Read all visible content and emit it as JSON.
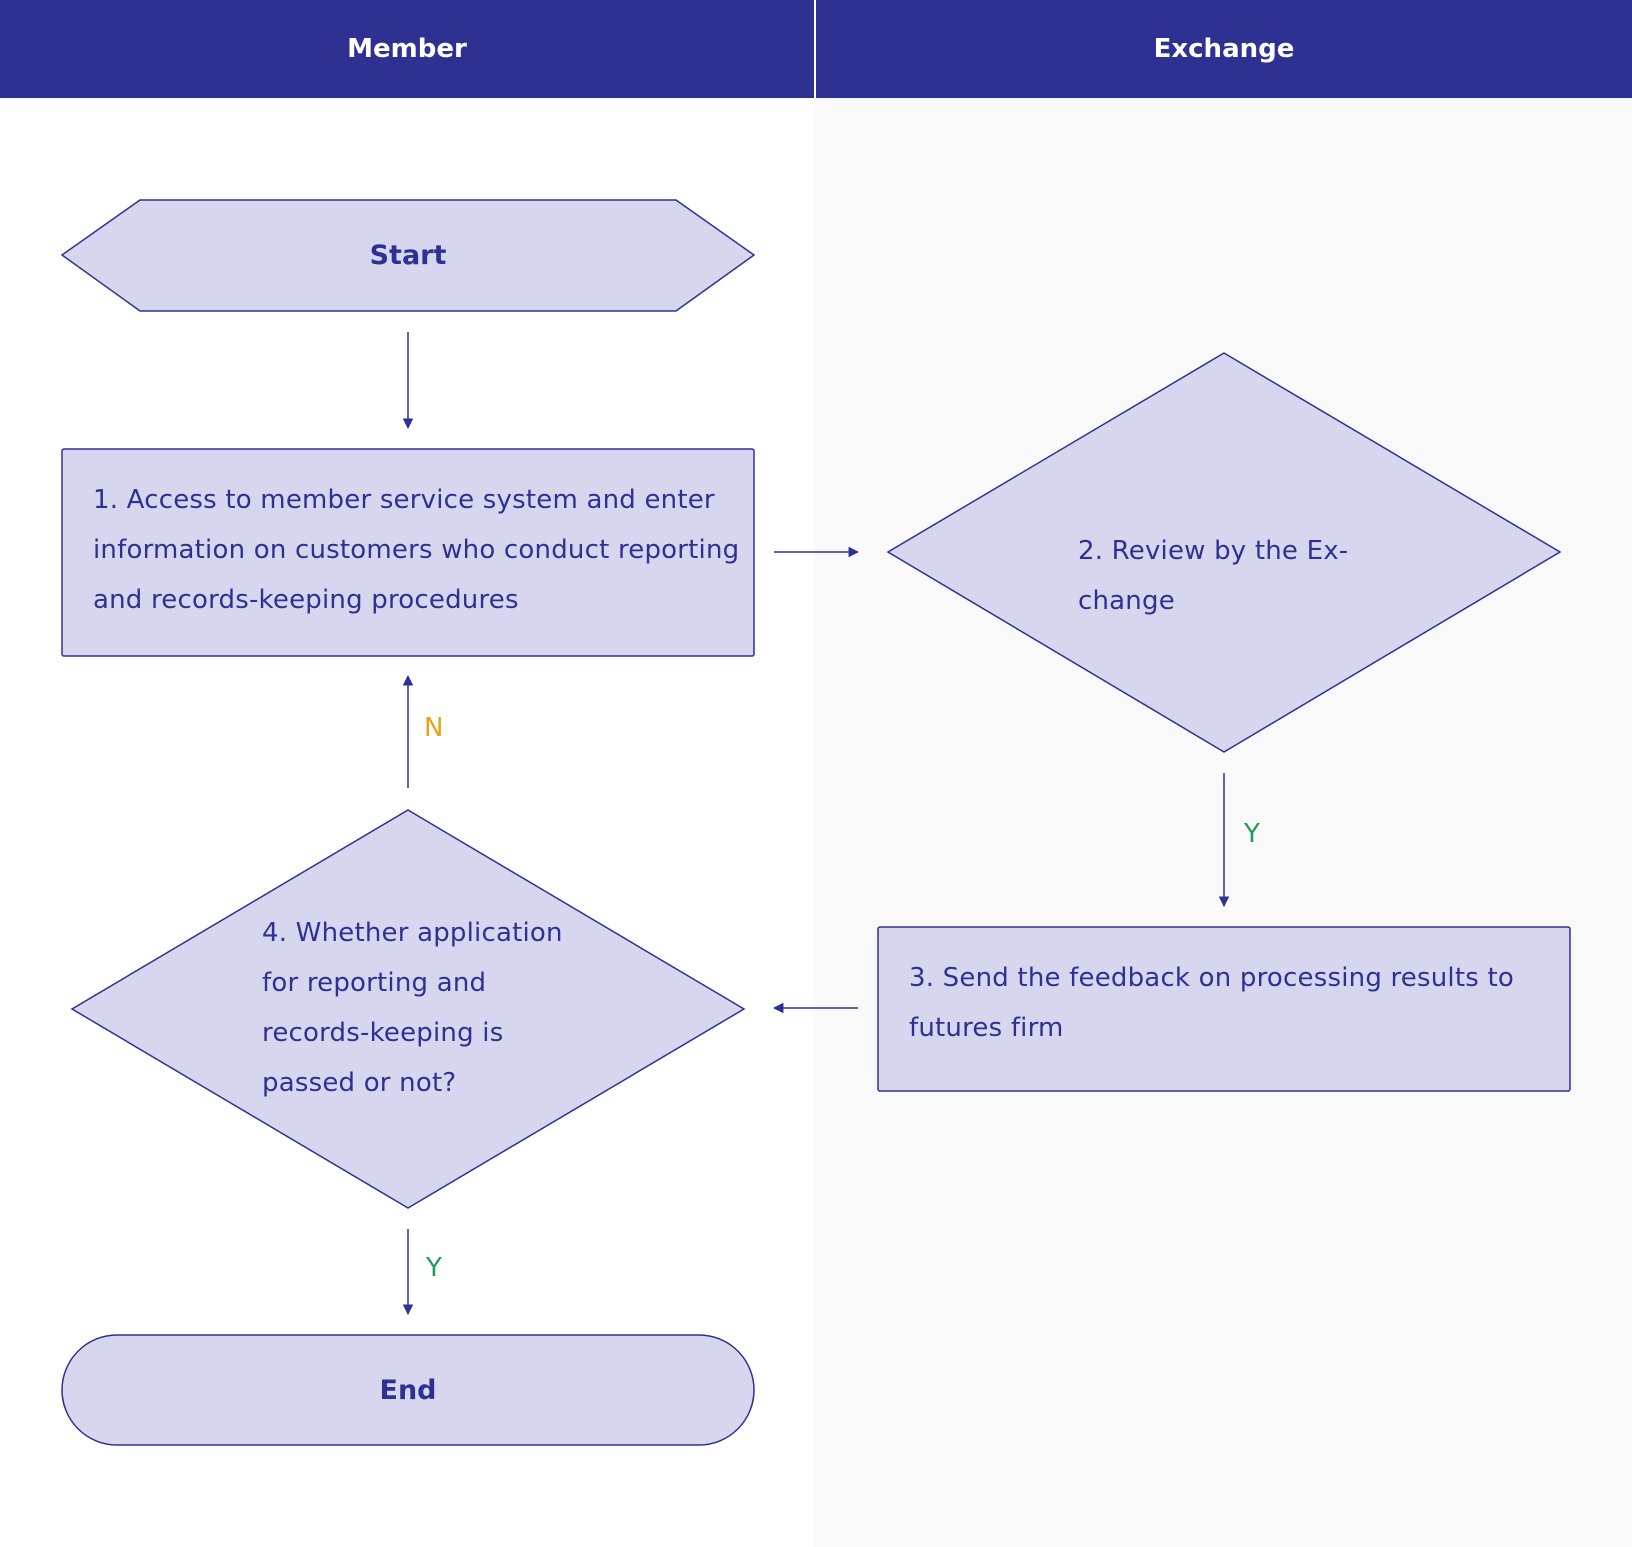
{
  "lanes": {
    "member": "Member",
    "exchange": "Exchange"
  },
  "nodes": {
    "start": "Start",
    "step1_line1": "1. Access to member service system and enter",
    "step1_line2": "information on customers who conduct reporting",
    "step1_line3": "and records-keeping procedures",
    "step2_line1": "2. Review by the Ex-",
    "step2_line2": "change",
    "step3_line1": "3. Send the feedback on processing results to",
    "step3_line2": "futures firm",
    "step4_line1": "4. Whether application",
    "step4_line2": "for reporting and",
    "step4_line3": "records-keeping is",
    "step4_line4": "passed or not?",
    "end": "End"
  },
  "edge_labels": {
    "no_back_to_step1": "N",
    "yes_to_step3": "Y",
    "yes_to_end": "Y"
  },
  "colors": {
    "header": "#2e3192",
    "node_fill": "#d6d7ef",
    "node_stroke": "#2e3192",
    "text": "#2e3192",
    "label_no": "#e8a317",
    "label_yes": "#1e9c5a",
    "right_lane_bg": "#f9f9f9"
  }
}
